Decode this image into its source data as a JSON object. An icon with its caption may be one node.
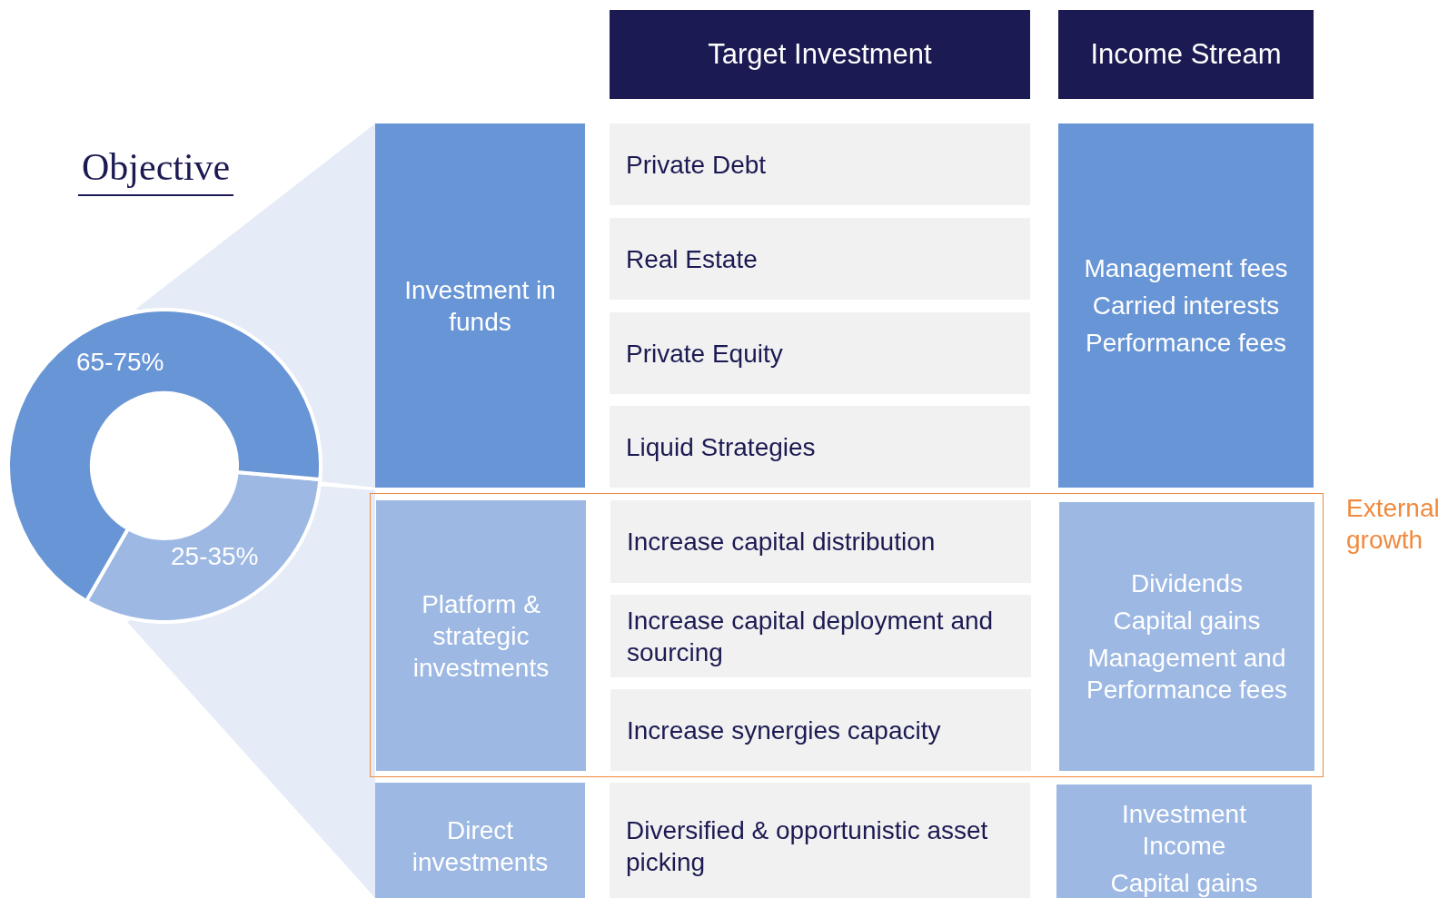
{
  "diagram": {
    "title": "Objective",
    "nodes": [
      {
        "text": [
          "Target Investment"
        ]
      },
      {
        "text": [
          "Income Stream"
        ]
      },
      {
        "text": [
          "Investment in funds"
        ]
      },
      {
        "text": [
          "Private Debt"
        ]
      },
      {
        "text": [
          "Real Estate"
        ]
      },
      {
        "text": [
          "Private Equity"
        ]
      },
      {
        "text": [
          "Liquid Strategies"
        ]
      },
      {
        "text": [
          "Management fees",
          "Carried interests",
          "Performance fees"
        ]
      },
      {
        "text": [
          "External growth"
        ]
      },
      {
        "text": [
          "Platform & strategic investments"
        ],
        "in": 8
      },
      {
        "text": [
          "Increase capital distribution"
        ],
        "in": 8
      },
      {
        "text": [
          "Increase capital deployment and sourcing"
        ],
        "in": 8
      },
      {
        "text": [
          "Increase synergies capacity"
        ],
        "in": 8
      },
      {
        "text": [
          "Dividends",
          "Capital gains",
          "Management and Performance fees"
        ],
        "in": 8
      },
      {
        "text": [
          "Direct investments"
        ]
      },
      {
        "text": [
          "Diversified & opportunistic asset picking"
        ]
      },
      {
        "text": [
          "Investment Income",
          "Capital gains"
        ]
      }
    ],
    "labels": [
      "65-75%",
      "25-35%"
    ]
  }
}
